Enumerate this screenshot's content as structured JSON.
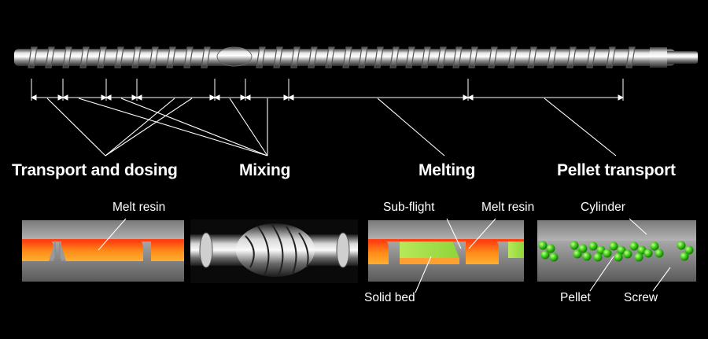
{
  "sections": {
    "transport_dosing": "Transport and dosing",
    "mixing": "Mixing",
    "melting": "Melting",
    "pellet_transport": "Pellet transport"
  },
  "details": {
    "melt_resin_1": "Melt resin",
    "sub_flight": "Sub-flight",
    "melt_resin_2": "Melt resin",
    "solid_bed": "Solid bed",
    "cylinder": "Cylinder",
    "pellet": "Pellet",
    "screw": "Screw"
  },
  "colors": {
    "background": "#000000",
    "melt_resin": "#ff7a1a",
    "solid_bed": "#a8e04a",
    "pellet": "#3fcf1a",
    "cylinder_gray": "#9a9a9a"
  }
}
